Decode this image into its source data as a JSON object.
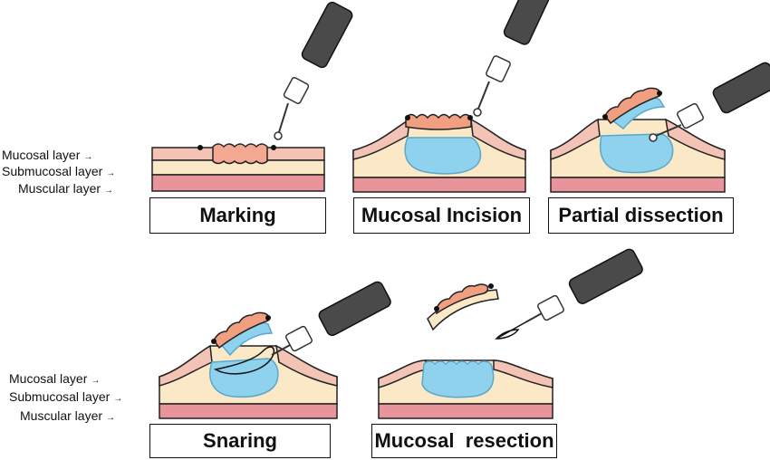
{
  "layer_labels_top": {
    "mucosal": "Mucosal layer",
    "submucosal": "Submucosal layer",
    "muscular": "Muscular layer"
  },
  "layer_labels_bottom": {
    "mucosal": "Mucosal layer",
    "submucosal": "Submucosal layer",
    "muscular": "Muscular layer"
  },
  "steps": [
    {
      "caption": "Marking"
    },
    {
      "caption": "Mucosal Incision"
    },
    {
      "caption": "Partial dissection"
    },
    {
      "caption": "Snaring"
    },
    {
      "caption": "Mucosal  resection"
    }
  ],
  "colors": {
    "mucosa": "#f3c4b6",
    "submucosa": "#fbe8c6",
    "muscular": "#e8949a",
    "fluid": "#8fd2ee",
    "lesion": "#f0a080",
    "device": "#3a3a3a"
  }
}
